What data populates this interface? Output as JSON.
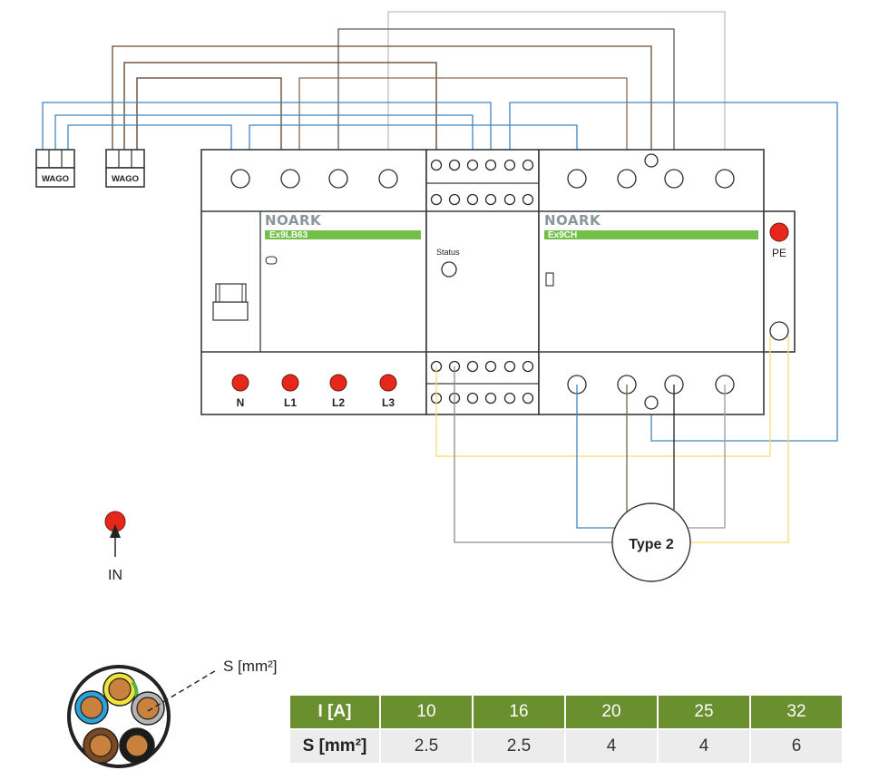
{
  "colors": {
    "blue_wire": "#3f86c0",
    "brown_wire": "#5a3a24",
    "brown_light_wire": "#8a6a52",
    "black_wire": "#3a3a3a",
    "gray_wire": "#9a9a9a",
    "light_gray_wire": "#c0c0c0",
    "yellow_wire": "#f3dc6e",
    "terminal_red": "#e8271b",
    "label_green": "#72c04a",
    "table_header_green": "#6a8f2e"
  },
  "wago_blocks": [
    {
      "label": "WAGO",
      "wire_color": "blue"
    },
    {
      "label": "WAGO",
      "wire_color": "brown"
    }
  ],
  "modules": {
    "rcd": {
      "brand": "NOARK",
      "model": "Ex9LB63"
    },
    "relay": {
      "status_label": "Status"
    },
    "contactor": {
      "brand": "NOARK",
      "model": "Ex9CH"
    },
    "pe": {
      "label": "PE"
    }
  },
  "input_terminals": [
    "N",
    "L1",
    "L2",
    "L3"
  ],
  "in_marker": {
    "label": "IN"
  },
  "ev_connector": {
    "label": "Type 2"
  },
  "cable": {
    "callout": "S [mm²]",
    "cores": [
      "yellow-green",
      "blue",
      "gray",
      "brown",
      "black"
    ]
  },
  "spec_table": {
    "header": {
      "label": "I [A]",
      "values": [
        "10",
        "16",
        "20",
        "25",
        "32"
      ]
    },
    "row": {
      "label": "S [mm²]",
      "values": [
        "2.5",
        "2.5",
        "4",
        "4",
        "6"
      ]
    }
  }
}
